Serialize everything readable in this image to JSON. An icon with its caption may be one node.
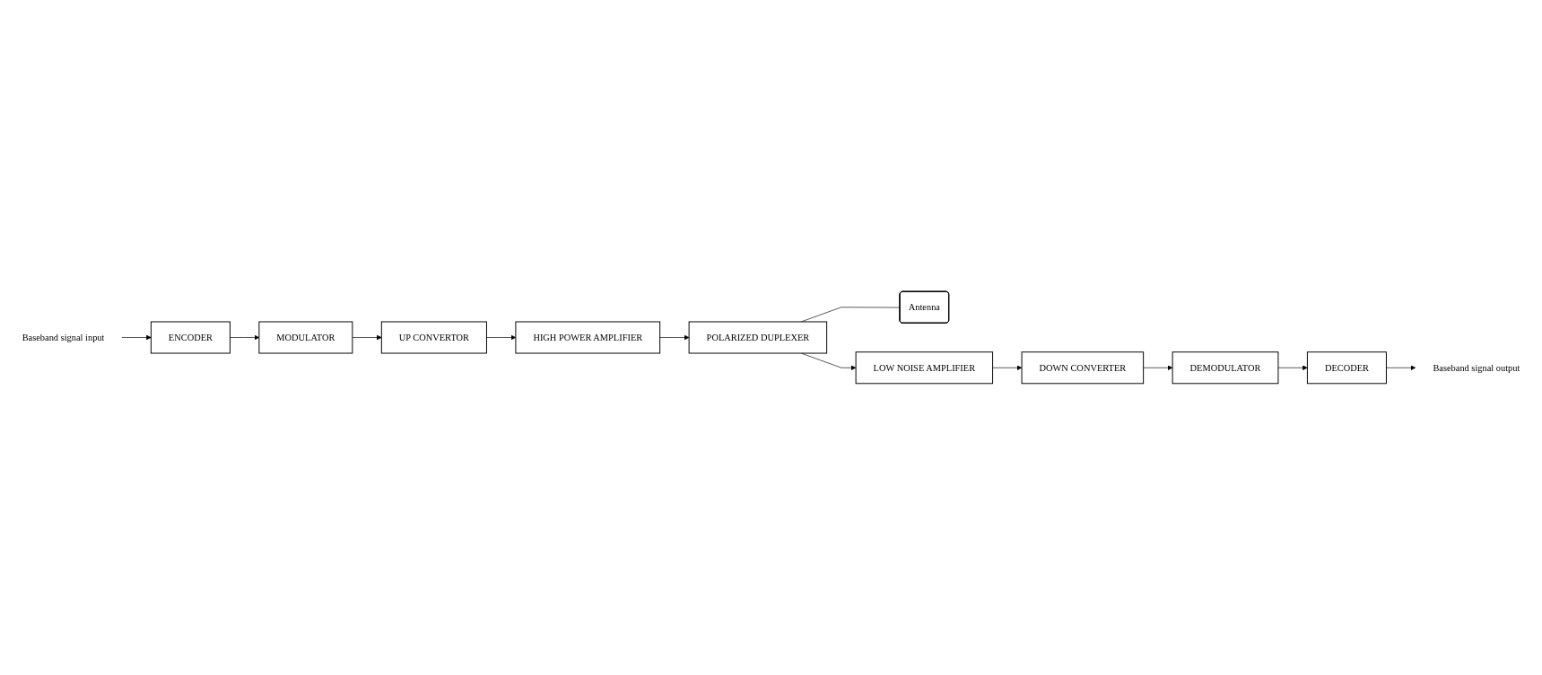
{
  "diagram": {
    "nodes": [
      {
        "text": [
          "Baseband signal input"
        ]
      },
      {
        "text": [
          "ENCODER"
        ]
      },
      {
        "text": [
          "MODULATOR"
        ]
      },
      {
        "text": [
          "UP CONVERTOR"
        ]
      },
      {
        "text": [
          "HIGH POWER AMPLIFIER"
        ]
      },
      {
        "text": [
          "POLARIZED DUPLEXER"
        ]
      },
      {
        "text": [
          "Antenna"
        ]
      },
      {
        "text": [
          "LOW NOISE AMPLIFIER"
        ]
      },
      {
        "text": [
          "DOWN CONVERTER"
        ]
      },
      {
        "text": [
          "DEMODULATOR"
        ]
      },
      {
        "text": [
          "DECODER"
        ]
      },
      {
        "text": [
          "Baseband signal output"
        ]
      }
    ],
    "edges": [
      {
        "from": 0,
        "to": 1,
        "arrow": "to"
      },
      {
        "from": 1,
        "to": 2,
        "arrow": "to"
      },
      {
        "from": 2,
        "to": 3,
        "arrow": "to"
      },
      {
        "from": 3,
        "to": 4,
        "arrow": "to"
      },
      {
        "from": 4,
        "to": 5,
        "arrow": "to"
      },
      {
        "from": 5,
        "to": 6,
        "arrow": "none"
      },
      {
        "from": 5,
        "to": 7,
        "arrow": "to"
      },
      {
        "from": 7,
        "to": 8,
        "arrow": "to"
      },
      {
        "from": 8,
        "to": 9,
        "arrow": "to"
      },
      {
        "from": 9,
        "to": 10,
        "arrow": "to"
      },
      {
        "from": 10,
        "to": 11,
        "arrow": "to"
      }
    ]
  }
}
